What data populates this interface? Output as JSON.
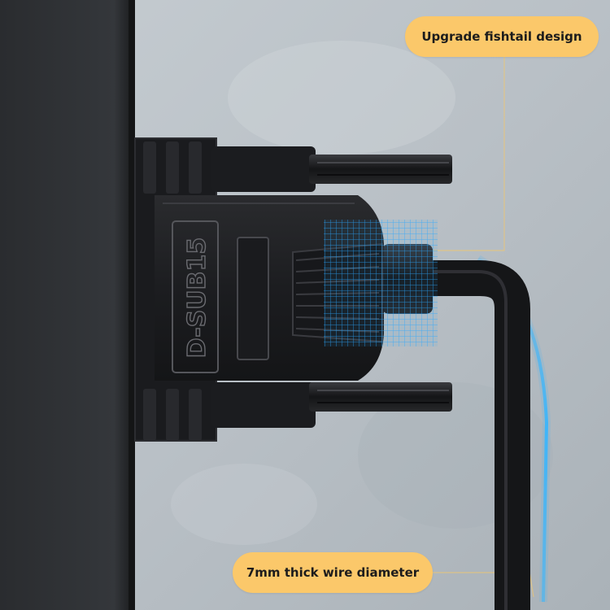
{
  "connector": {
    "label": "D-SUB15"
  },
  "callouts": {
    "top": "Upgrade fishtail design",
    "bottom": "7mm thick wire diameter"
  },
  "colors": {
    "background": "#b9c1c7",
    "monitor": "#2b2d30",
    "connector": "#1c1d20",
    "callout": "#fbc86a",
    "highlight": "#35b6ff"
  }
}
